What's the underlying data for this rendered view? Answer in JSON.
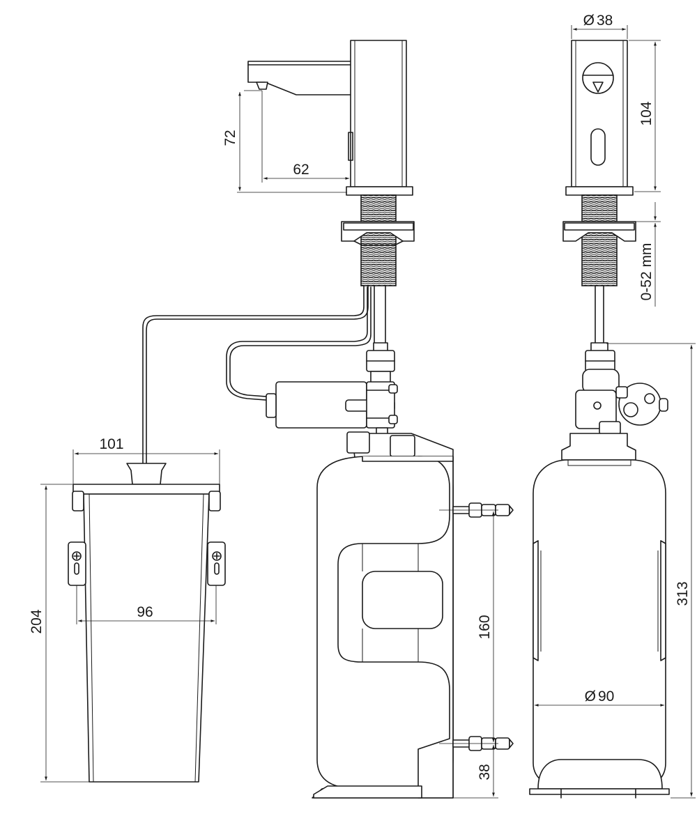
{
  "dimensions": {
    "spout_height": "72",
    "spout_reach": "62",
    "body_diameter": "38",
    "body_height": "104",
    "deck_thickness": "0-52 mm",
    "total_height": "313",
    "bracket_spacing": "160",
    "bottom_offset": "38",
    "bottle_diameter": "90",
    "box_width_top": "101",
    "box_width_inner": "96",
    "box_height": "204"
  },
  "symbols": {
    "diameter": "Ø"
  }
}
